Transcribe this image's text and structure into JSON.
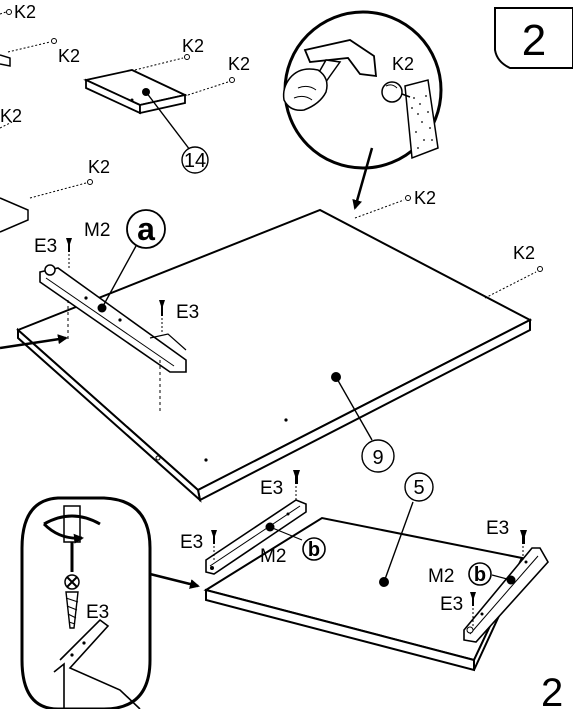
{
  "step": {
    "number": "2"
  },
  "page_number": "2",
  "callouts": {
    "hammer_detail_label": "K2",
    "screwdriver_detail_label": "E3"
  },
  "fasteners": {
    "k2": "K2",
    "e3": "E3"
  },
  "parts": {
    "panel_14": "14",
    "panel_9": "9",
    "panel_5": "5"
  },
  "rails": {
    "m2_prefix": "M2",
    "variant_a": "a",
    "variant_b": "b"
  }
}
